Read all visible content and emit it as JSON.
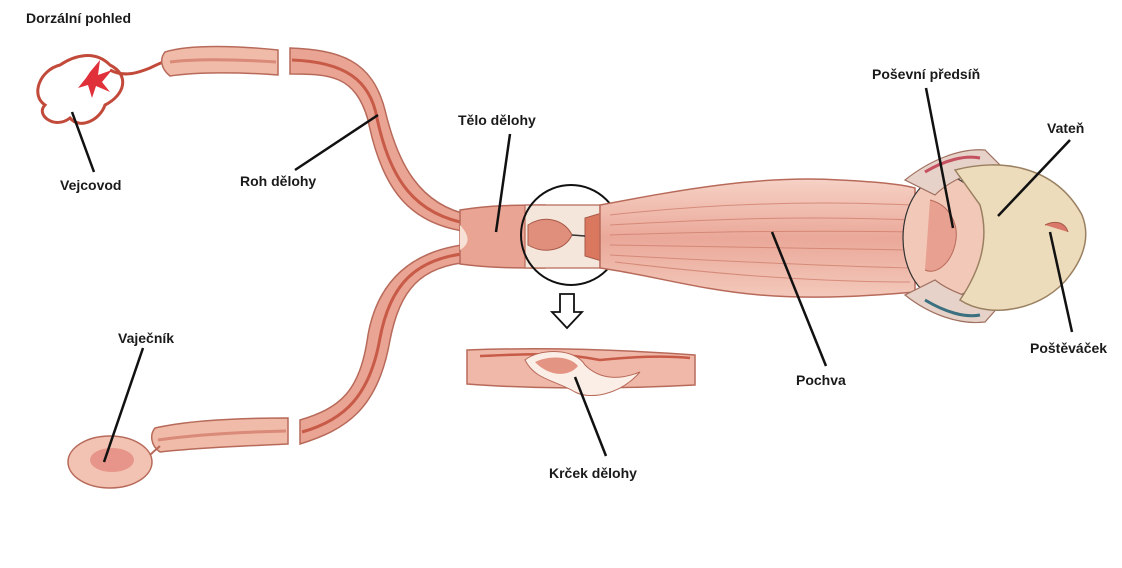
{
  "title": "Dorzální pohled",
  "labels": {
    "oviduct": "Vejcovod",
    "uterine_horn": "Roh dělohy",
    "uterine_body": "Tělo dělohy",
    "vestibule": "Poševní předsíň",
    "vulva": "Vateň",
    "ovary": "Vaječník",
    "vagina": "Pochva",
    "clitoris": "Poštěváček",
    "cervix": "Krček dělohy"
  },
  "colors": {
    "tissue_light": "#f4c7b8",
    "tissue_mid": "#e8a08e",
    "tissue_dark": "#c8604e",
    "lumen": "#fbeee6",
    "skin": "#ecdcbc",
    "ovary_spot": "#e0303a",
    "leader_line": "#111111"
  }
}
